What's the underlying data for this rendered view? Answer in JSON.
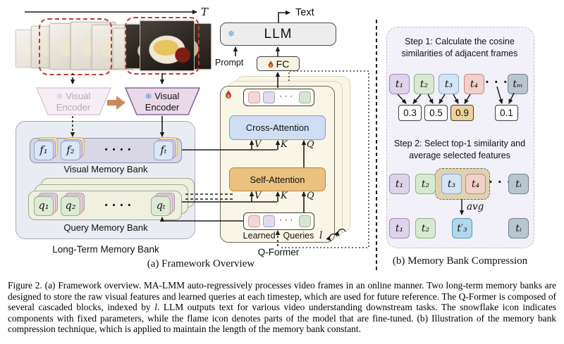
{
  "figure": {
    "timeline": {
      "label": "T"
    },
    "encoders": {
      "left_label": "Visual Encoder",
      "right_label": "Visual Encoder",
      "snowflake": "❄"
    },
    "memory": {
      "visual": {
        "cards": [
          "f₁",
          "f₂",
          "fₜ"
        ],
        "dots": "• • • •",
        "label": "Visual Memory Bank"
      },
      "query": {
        "cards": [
          "q₁",
          "q₂",
          "qₜ"
        ],
        "dots": "• • • •",
        "label": "Query Memory Bank"
      },
      "long_term_label": "Long-Term Memory Bank"
    },
    "qformer": {
      "cross_attention": "Cross-Attention",
      "self_attention": "Self-Attention",
      "v": "V",
      "k": "K",
      "q": "Q",
      "learned_left": "Learned",
      "learned_right": "Queries",
      "block_index": "l",
      "label": "Q-Former",
      "queries_dots": "· · ·"
    },
    "top": {
      "llm": "LLM",
      "fc": "FC",
      "prompt": "Prompt",
      "text_out": "Text",
      "snowflake": "❄"
    },
    "caption_a": "(a) Framework Overview",
    "panel_b": {
      "step1": {
        "line1": "Step 1: Calculate the cosine",
        "line2": "similarities of adjacent frames"
      },
      "step2": {
        "line1": "Step 2: Select top-1 similarity and",
        "line2": "average selected features"
      },
      "row1": {
        "t1": "t₁",
        "t2": "t₂",
        "t3": "t₃",
        "t4": "t₄",
        "tm": "tₘ",
        "dots": "• • •"
      },
      "similarities": {
        "s1": "0.3",
        "s2": "0.5",
        "s3": "0.9",
        "s4": "0.1"
      },
      "row2": {
        "t1": "t₁",
        "t2": "t₂",
        "t3": "t₃",
        "t4": "t₄",
        "ti": "tᵢ",
        "dots": "• • •"
      },
      "row3": {
        "t1": "t₁",
        "t2": "t₂",
        "t3_new": "t′₃",
        "ti": "tᵢ"
      },
      "avg": "avg",
      "caption_b": "(b) Memory Bank Compression"
    }
  },
  "caption": {
    "part1": "Figure 2. (a) Framework overview. MA-LMM auto-regressively processes video frames in an online manner. Two long-term memory banks are designed to store the raw visual features and learned queries at each timestep, which are used for future reference. The Q-Former is composed of several cascaded blocks, indexed by ",
    "lvar": "l",
    "part2": ". LLM outputs text for various video understanding downstream tasks. The snowflake icon indicates components with fixed parameters, while the flame icon denotes parts of the model that are fine-tuned. (b) Illustration of the memory bank compression technique, which is applied to maintain the length of the memory bank constant."
  },
  "colors": {
    "accent_red": "#c0392b",
    "snowflake_blue": "#5b9bd5",
    "flame_orange": "#e8903a",
    "cross_attention_blue": "#cfdef5",
    "self_attention_orange": "#eac17f",
    "qformer_cream": "#faf6e7",
    "similarity_highlight": "#edd29b",
    "panel_b_bg": "#f2f0f8",
    "long_term_bg": "#e9ecf2"
  }
}
